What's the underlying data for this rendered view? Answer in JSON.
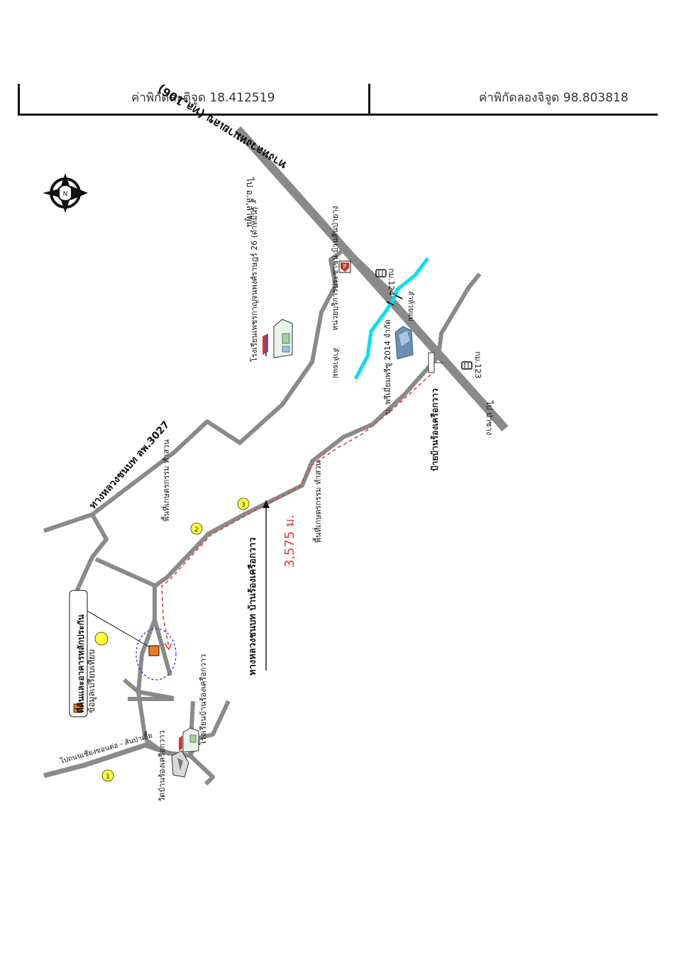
{
  "header": {
    "latitude_label": "ค่าพิกัดละติจูด 18.412519",
    "longitude_label": "ค่าพิกัดลองจิจูด 98.803818"
  },
  "map": {
    "highway_name": "ทางหลวงหมายเลข (ทล.106)",
    "highway_dir_top": "ไป อ.ลี้,ลำพูน",
    "highway_dir_bottom": "ไป ป่าซาง",
    "rural_road_3027": "ทางหลวงชนบท ลพ.3027",
    "rural_road_main": "ทางหลวงชนบท บ้านร้องเครือกวาว",
    "distance": "3,575 ม.",
    "km_124": "กม.124",
    "km_123": "กม.123",
    "school_top": "โรงเรียนเพชรกาญจนพงศ์ราษฎร์ 26 (ดำหมื่น)",
    "police_box": "หน่วยบริการประชาชน บ้านสันป่ายาง",
    "creek_1": "ลำห้วยแม่",
    "creek_2": "ลำห้วยแม่",
    "company": "บ. พรีเมี่ยมพรีซู 2014 จำกัด",
    "village_sign": "ป้ายบ้านร้องเครือกวาว",
    "farm_area_1": "พื้นที่เกษตรกรรม ทำสวน",
    "farm_area_2": "พื้นที่เกษตรกรรม ทำสวน",
    "legend_line1": "ที่ดินและอาคารหลักประกัน",
    "legend_line2": "ข้อมูลเปรียบเทียบ",
    "temple": "วัดบ้านร้องเครือกวาว",
    "school_bottom": "โรงเรียนบ้านร้องเครือกวาว",
    "road_to_bottom": "ไปถนนเชียงขอนต่อ - สันป่าเฮี้ย",
    "markers": [
      "1",
      "2",
      "3"
    ],
    "compass_letter": "N",
    "parking_letter": "P"
  },
  "colors": {
    "road": "#8a8a8a",
    "creek": "#00e1ec",
    "route": "#e23c3c",
    "marker": "#ffff33",
    "subject": "#ee7a1c",
    "circle": "#2a2ae0"
  }
}
